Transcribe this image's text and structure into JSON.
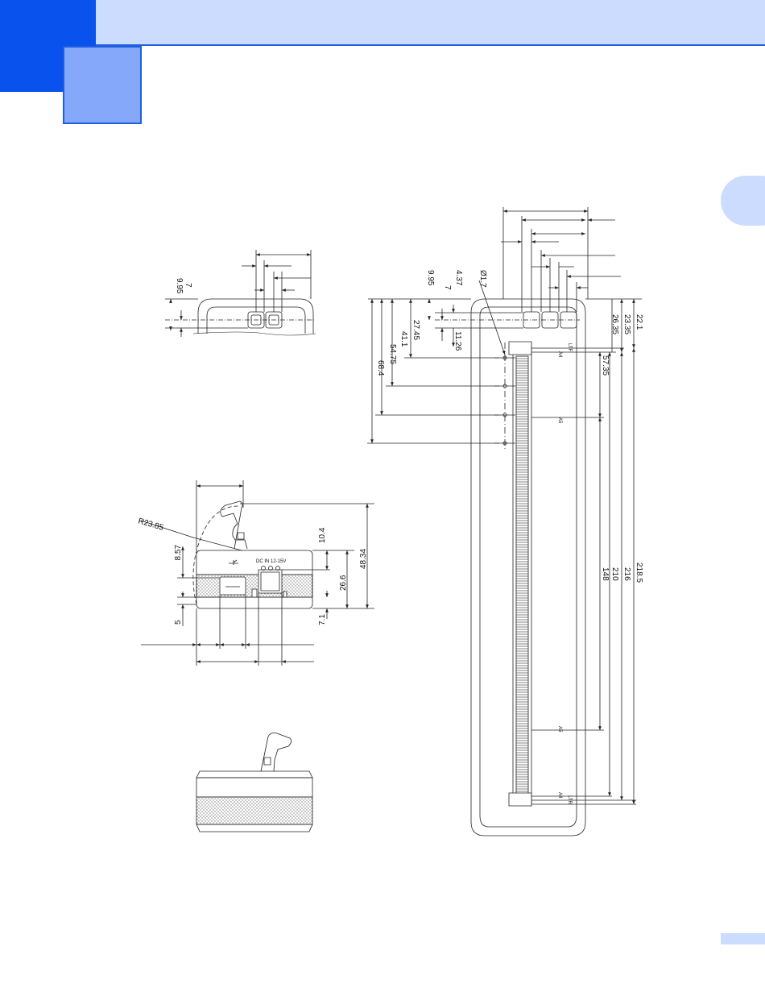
{
  "labels": {
    "top_detail": {
      "d1": "9.95",
      "d2": "7"
    },
    "side_view": {
      "radius": "R23.85",
      "d8_57": "8.57",
      "d5": "5",
      "d10_4": "10.4",
      "d26_6": "26.6",
      "d48_34": "48.34",
      "d7_1": "7.1",
      "jack": "DC IN 12-15V"
    },
    "plan": {
      "h995": "9.95",
      "h437": "4.37",
      "h7": "7",
      "hole": "Ø1.7",
      "v2745": "27.45",
      "v411": "41.1",
      "v5475": "54.75",
      "v684": "68.4",
      "v1126": "11.26",
      "r221": "22.1",
      "r2335": "23.35",
      "r2635": "26.35",
      "r5735": "57.35",
      "r148": "148",
      "r210": "210",
      "r216": "216",
      "r2185": "218.5",
      "p_lt": "LTF",
      "p_a4_top": "A4",
      "p_a5_top": "A5",
      "p_a5_bot": "A5",
      "p_a4_bot": "A4",
      "p_lr": "LTR"
    }
  },
  "colors": {
    "header_band": "#cbdcff",
    "header_dark": "#0a52ee",
    "header_light": "#86a8fb",
    "accent_line": "#1f5fe0"
  }
}
